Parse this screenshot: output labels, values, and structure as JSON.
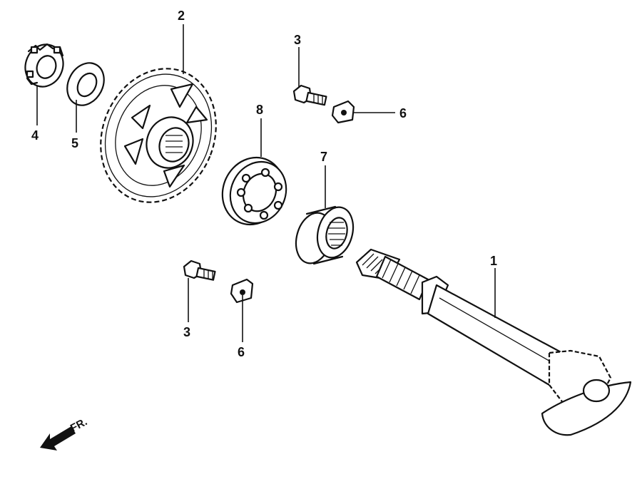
{
  "diagram": {
    "callouts": [
      {
        "id": "c1",
        "label": "1",
        "part": "shaft"
      },
      {
        "id": "c2",
        "label": "2",
        "part": "sprocket"
      },
      {
        "id": "c3a",
        "label": "3",
        "part": "bolt-upper"
      },
      {
        "id": "c3b",
        "label": "3",
        "part": "bolt-lower"
      },
      {
        "id": "c4",
        "label": "4",
        "part": "nut"
      },
      {
        "id": "c5",
        "label": "5",
        "part": "washer"
      },
      {
        "id": "c6a",
        "label": "6",
        "part": "plate-upper"
      },
      {
        "id": "c6b",
        "label": "6",
        "part": "plate-lower"
      },
      {
        "id": "c7",
        "label": "7",
        "part": "needle-bearing"
      },
      {
        "id": "c8",
        "label": "8",
        "part": "ball-bearing"
      }
    ],
    "direction_label": "FR."
  }
}
